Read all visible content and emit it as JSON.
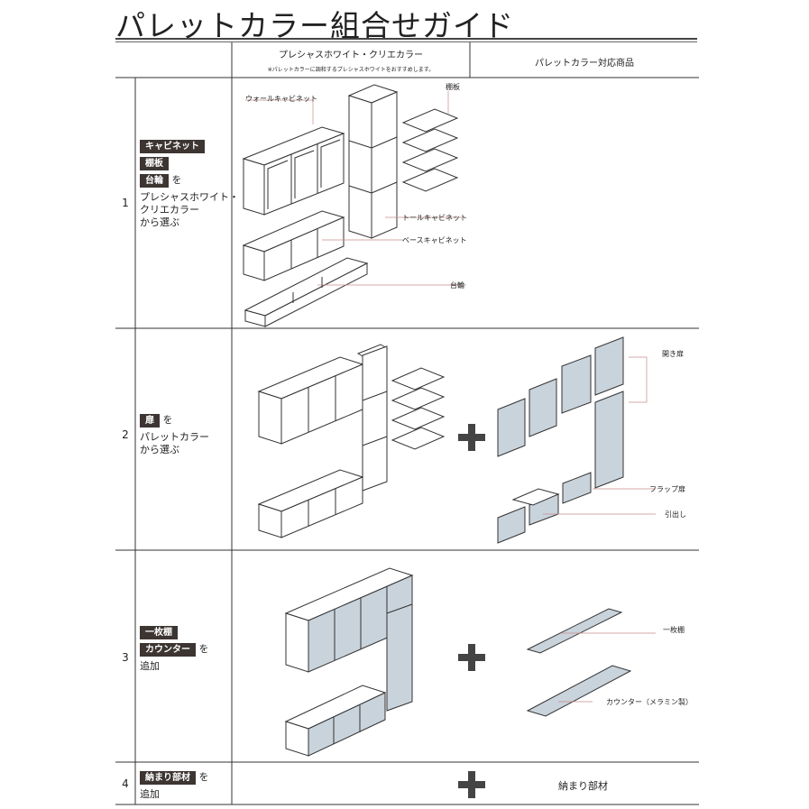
{
  "title": "パレットカラー組合せガイド",
  "header": {
    "col1_title": "プレシャスホワイト・クリエカラー",
    "col1_note": "※パレットカラーに調和するプレシャスホワイトをおすすめします。",
    "col2_title": "パレットカラー対応商品"
  },
  "rows": [
    {
      "number": "1",
      "tags": [
        "キャビネット",
        "棚板",
        "台輪"
      ],
      "suffix": "を",
      "text_lines": [
        "プレシャスホワイト・",
        "クリエカラー",
        "から選ぶ"
      ],
      "labels": {
        "wall_cabinet": "ウォールキャビネット",
        "shelf": "棚板",
        "tall_cabinet": "トールキャビネット",
        "base_cabinet": "ベースキャビネット",
        "plinth": "台輪"
      }
    },
    {
      "number": "2",
      "tags": [
        "扉"
      ],
      "suffix": "を",
      "text_lines": [
        "パレットカラー",
        "から選ぶ"
      ],
      "labels": {
        "hinged_door": "開き扉",
        "flap_door": "フラップ扉",
        "drawer": "引出し"
      }
    },
    {
      "number": "3",
      "tags": [
        "一枚棚",
        "カウンター"
      ],
      "suffix": "を",
      "text_lines": [
        "追加"
      ],
      "labels": {
        "single_shelf": "一枚棚",
        "counter": "カウンター（メラミン製）"
      }
    },
    {
      "number": "4",
      "tags": [
        "納まり部材"
      ],
      "suffix": "を",
      "text_lines": [
        "追加"
      ],
      "labels": {
        "fitting": "納まり部材"
      }
    }
  ],
  "colors": {
    "tag_bg": "#3c3532",
    "palette_blue": "#c9d3db",
    "leader": "#c98c8c",
    "line": "#333333"
  }
}
